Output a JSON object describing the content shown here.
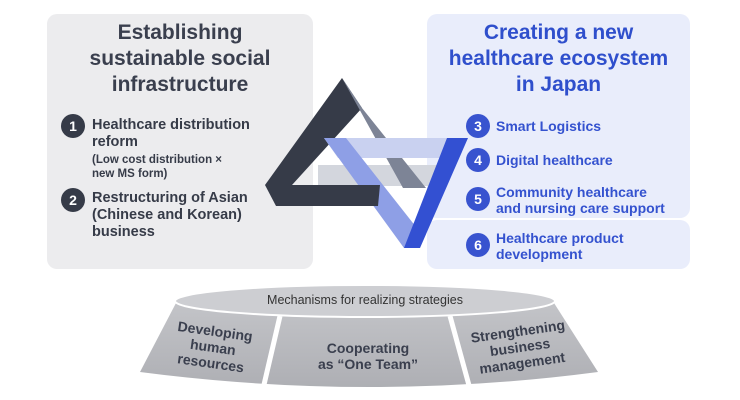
{
  "left_panel": {
    "title_lines": [
      "Establishing",
      "sustainable social",
      "infrastructure"
    ],
    "items": [
      {
        "number": "1",
        "lines": [
          "Healthcare distribution",
          "reform"
        ],
        "sub_lines": [
          "(Low cost distribution ×",
          "new MS form)"
        ]
      },
      {
        "number": "2",
        "lines": [
          "Restructuring of Asian",
          "(Chinese and Korean)",
          "business"
        ]
      }
    ]
  },
  "right_panel": {
    "title_lines": [
      "Creating a new",
      "healthcare ecosystem",
      "in Japan"
    ],
    "items": [
      {
        "number": "3",
        "lines": [
          "Smart Logistics"
        ]
      },
      {
        "number": "4",
        "lines": [
          "Digital healthcare"
        ]
      },
      {
        "number": "5",
        "lines": [
          "Community healthcare",
          "and nursing care support"
        ]
      },
      {
        "number": "6",
        "lines": [
          "Healthcare product",
          "development"
        ]
      }
    ]
  },
  "foundation": {
    "title": "Mechanisms for realizing strategies",
    "segments": [
      {
        "lines": [
          "Developing",
          "human",
          "resources"
        ]
      },
      {
        "lines": [
          "Cooperating",
          "as “One Team”"
        ]
      },
      {
        "lines": [
          "Strengthening",
          "business",
          "management"
        ]
      }
    ]
  },
  "colors": {
    "dark_navy": "#363b48",
    "royal_blue": "#3853cf",
    "left_panel_bg": "#ececee",
    "right_panel_bg": "#e9edfb",
    "base_gray": "#bfbfc3"
  }
}
